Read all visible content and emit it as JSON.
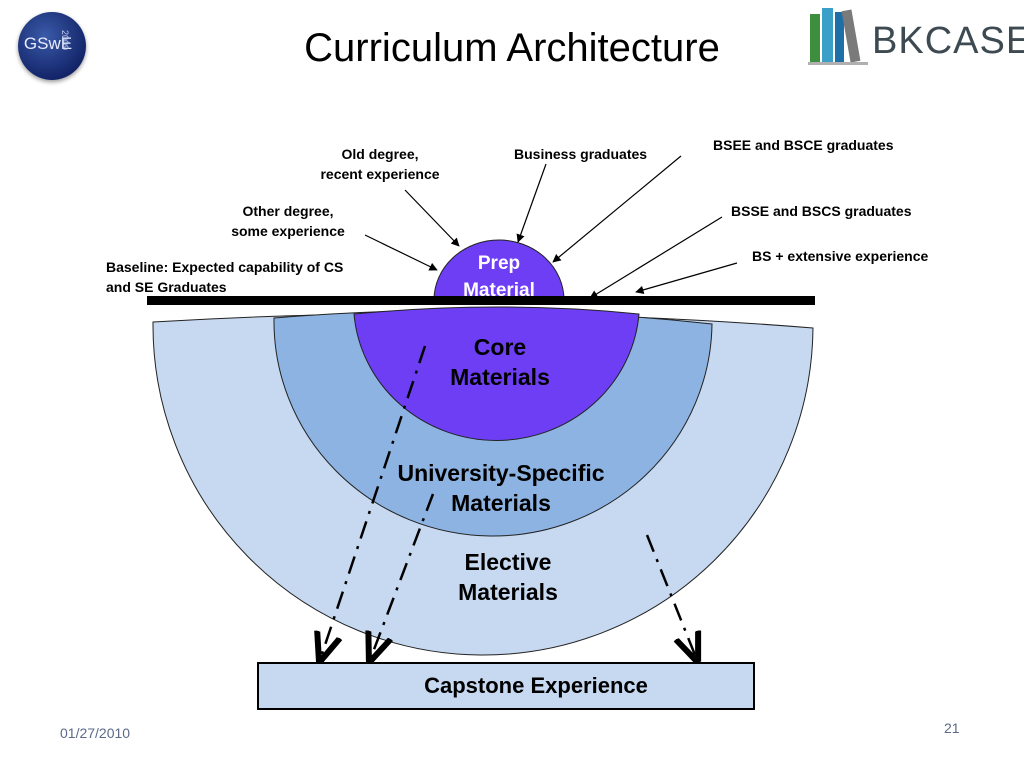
{
  "header": {
    "title": "Curriculum Architecture",
    "gswe_logo": "GSwE",
    "gswe_year": "2009",
    "bkcase_logo": "BKCASE"
  },
  "labels": {
    "old_degree_1": "Old degree,",
    "old_degree_2": "recent experience",
    "business": "Business graduates",
    "bsee": "BSEE and BSCE graduates",
    "other_degree_1": "Other degree,",
    "other_degree_2": "some experience",
    "bsse": "BSSE and BSCS graduates",
    "bs_extensive": "BS + extensive experience",
    "baseline_1": "Baseline: Expected capability of CS",
    "baseline_2": "and SE Graduates"
  },
  "regions": {
    "prep_1": "Prep",
    "prep_2": "Material",
    "core_1": "Core",
    "core_2": "Materials",
    "univ_1": "University-Specific",
    "univ_2": "Materials",
    "elective_1": "Elective",
    "elective_2": "Materials",
    "capstone": "Capstone Experience"
  },
  "colors": {
    "elective": "#c6d9f0",
    "university": "#8db3e2",
    "core": "#6e3ef5",
    "prep": "#6e3ef5",
    "capstone": "#c6d9f0"
  },
  "footer": {
    "date": "01/27/2010",
    "page": "21"
  }
}
